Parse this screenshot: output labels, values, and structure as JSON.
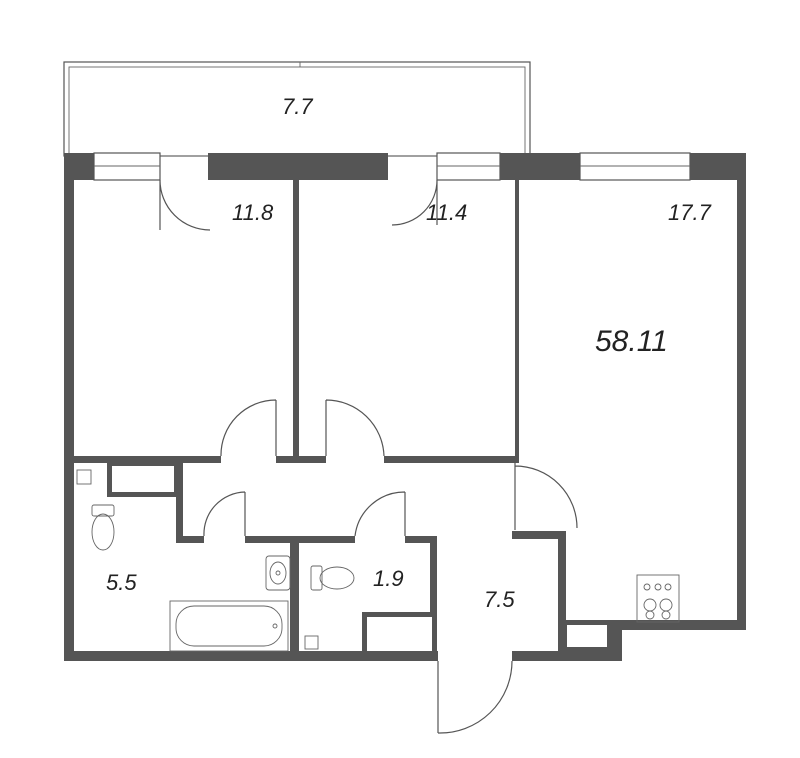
{
  "floor_plan": {
    "total_area": "58.11",
    "rooms": {
      "balcony": "7.7",
      "bedroom_left": "11.8",
      "bedroom_middle": "11.4",
      "living_kitchen": "17.7",
      "bathroom": "5.5",
      "toilet": "1.9",
      "hallway": "7.5"
    }
  }
}
